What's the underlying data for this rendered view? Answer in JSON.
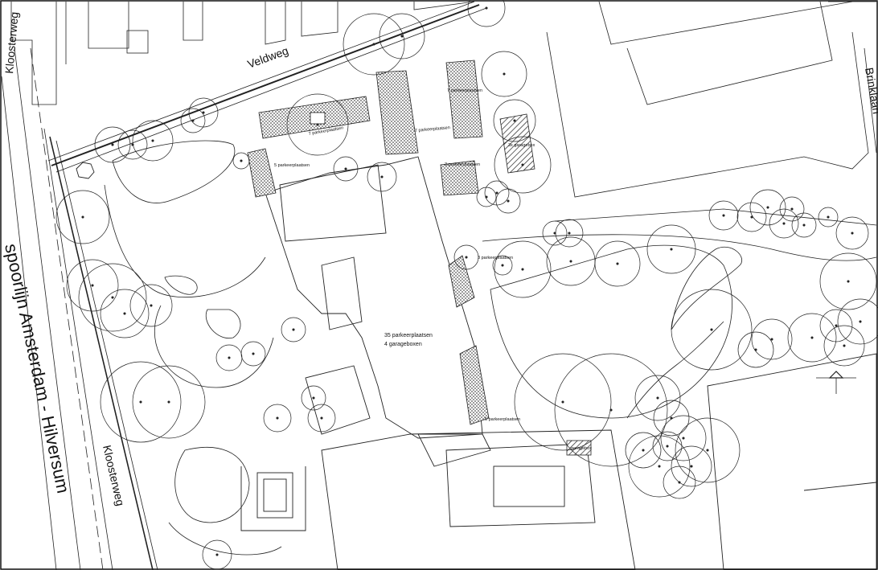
{
  "map": {
    "streets": {
      "kloosterweg_top": "Kloosterweg",
      "kloosterweg_bottom": "Kloosterweg",
      "veldweg": "Veldweg",
      "brinklaan": "Brinklaan",
      "railway": "spoorlijn Amsterdam - Hilversum"
    },
    "parking_labels": {
      "p7_left": "7 parkeerplaatsen",
      "p7_middle": "7 parkeerplaatsen",
      "p7_right": "7 parkeerplaatsen",
      "p5_left": "5 parkeerplaatsen",
      "p3_right": "3 parkeerplaatsen",
      "p3_east": "3 parkeerplaatsen",
      "p5_south": "5 parkeerplaatsen",
      "garage_top": "3x garagebox",
      "garage_bottom": "garagebox"
    },
    "summary": {
      "total_parking": "35 parkeerplaatsen",
      "total_garages": "4 garageboxen"
    },
    "colors": {
      "line": "#1a1a1a",
      "background": "#ffffff",
      "hatch": "#222222"
    },
    "icons": [
      "north-arrow-icon"
    ]
  }
}
